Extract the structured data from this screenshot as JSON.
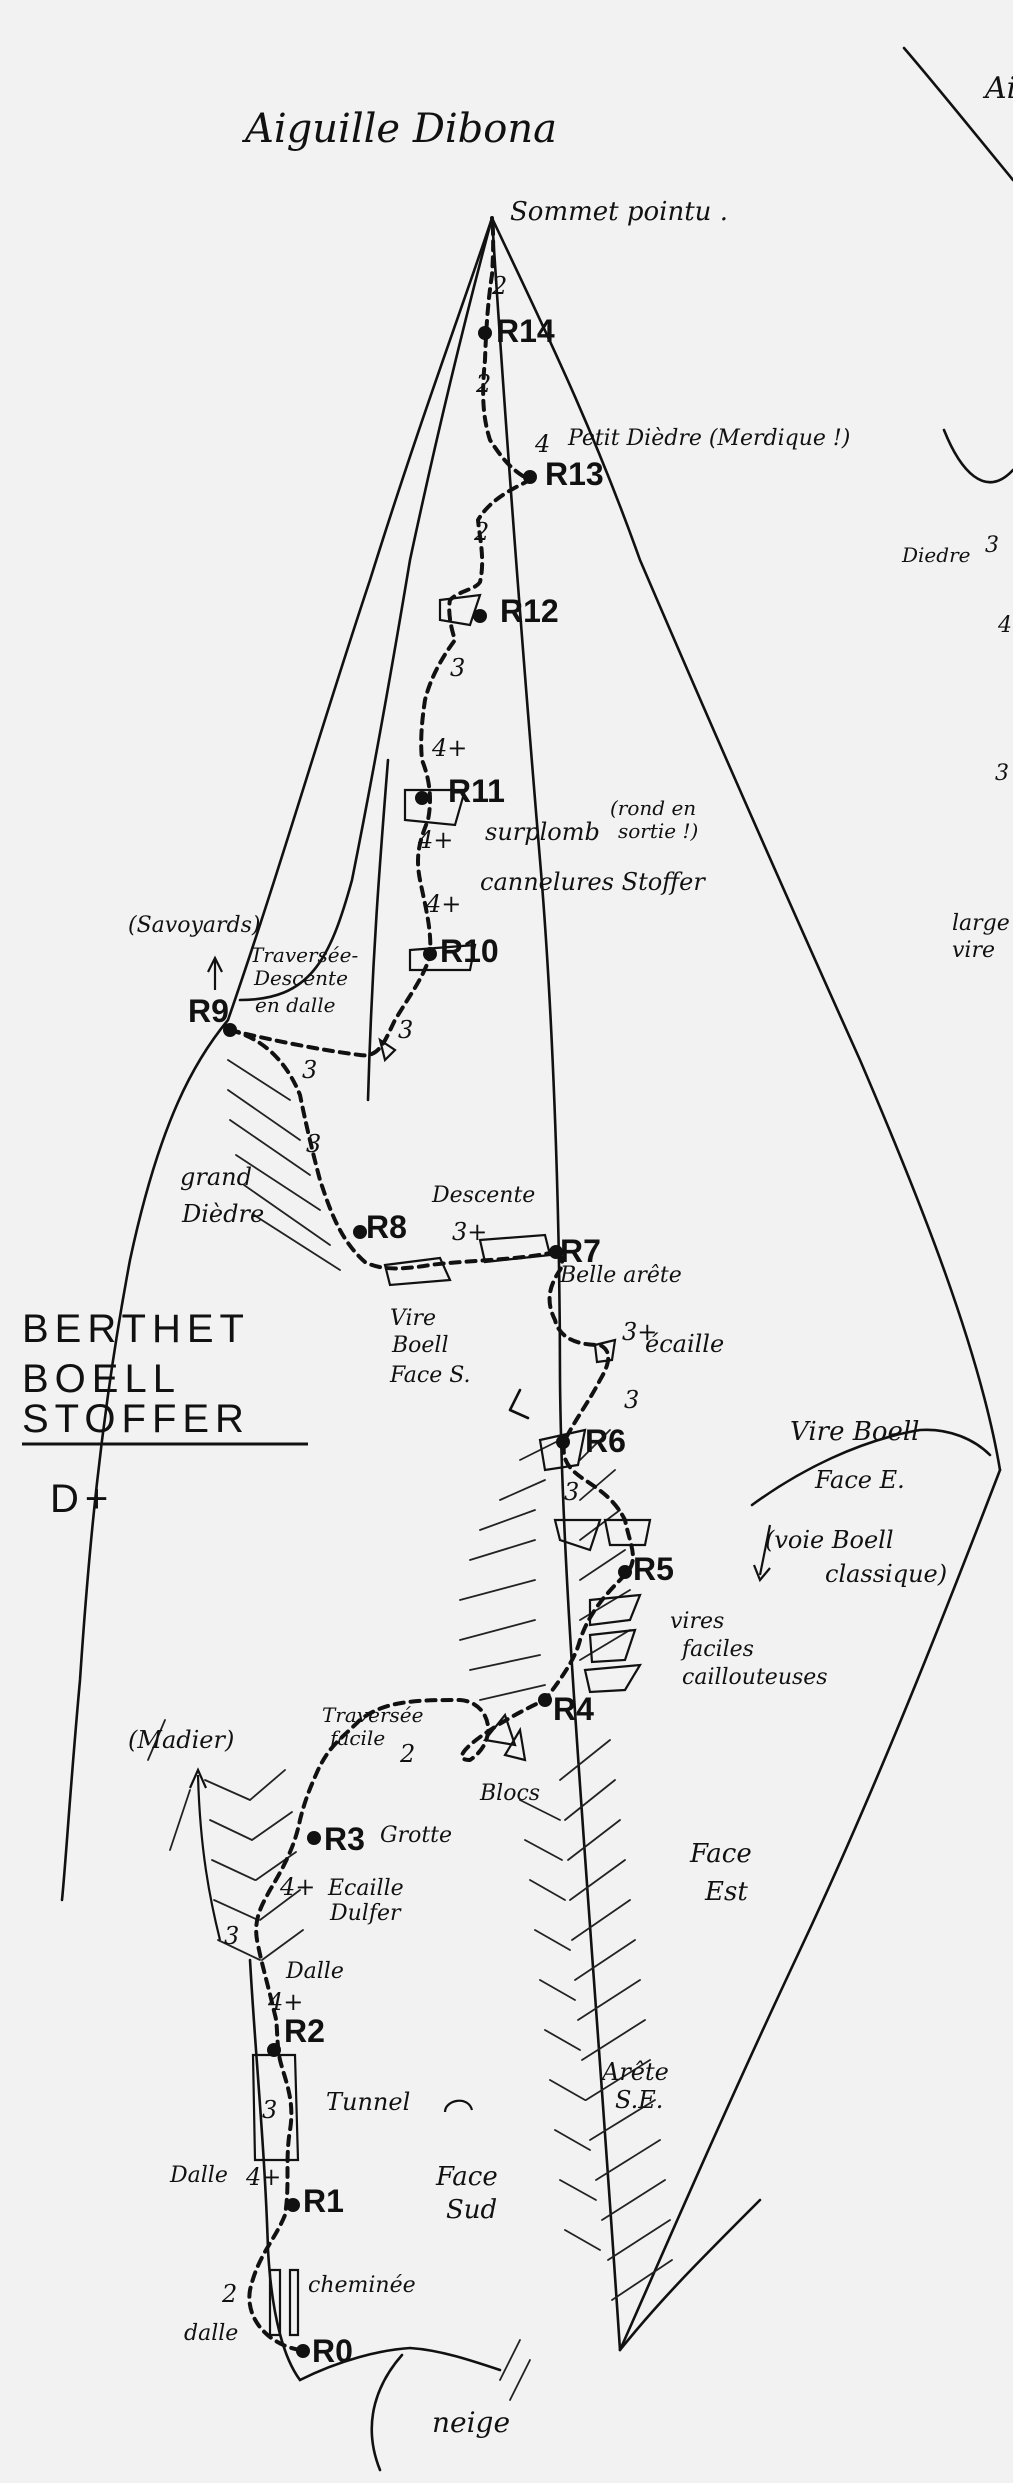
{
  "title": "Aiguille Dibona",
  "title_partial": "Ai",
  "summit_label": "Sommet pointu .",
  "authors": [
    "BERTHET",
    "BOELL",
    "STOFFER"
  ],
  "grade": "D+",
  "relays": [
    "R0",
    "R1",
    "R2",
    "R3",
    "R4",
    "R5",
    "R6",
    "R7",
    "R8",
    "R9",
    "R10",
    "R11",
    "R12",
    "R13",
    "R14"
  ],
  "pitch_grades": {
    "r13_above": "4",
    "r14_above": "2",
    "r14_below": "2",
    "r13_below": "2",
    "r12_below": "3",
    "r11_above": "4+",
    "r11_below": "4+",
    "r10_above": "4+",
    "r10_below": "3",
    "r9_a": "3",
    "r9_b": "3",
    "r7_left": "3+",
    "r7_below": "3+",
    "r6_above": "3",
    "r6_below": "3",
    "r3_r4": "2",
    "r3_below": "4+",
    "r2_left": "3",
    "r2_above": "4+",
    "tunnel": "3",
    "dalle_r1": "4+",
    "dalle_r0": "2"
  },
  "labels": {
    "petit_diedre": "Petit Dièdre (Merdique !)",
    "surplomb": "surplomb",
    "surplomb_note_1": "(rond en",
    "surplomb_note_2": "sortie !)",
    "cannelures": "cannelures Stoffer",
    "savoyards": "(Savoyards)",
    "traversee_1": "Traversée-",
    "traversee_2": "Descente",
    "traversee_3": "en dalle",
    "grand_diedre_1": "grand",
    "grand_diedre_2": "Dièdre",
    "descente": "Descente",
    "belle_arete": "Belle arête",
    "ecaille": "écaille",
    "vire_boell_s_1": "Vire",
    "vire_boell_s_2": "Boell",
    "vire_boell_s_3": "Face S.",
    "vire_boell_e": "Vire Boell",
    "face_e": "Face E.",
    "voie_boell_1": "(voie Boell",
    "voie_boell_2": "classique)",
    "vires_1": "vires",
    "vires_2": "faciles",
    "vires_3": "caillouteuses",
    "traversee_facile_1": "Traversée",
    "traversee_facile_2": "facile",
    "blocs": "Blocs",
    "madier": "(Madier)",
    "grotte": "Grotte",
    "ecaille_dulfer_1": "Ecaille",
    "ecaille_dulfer_2": "Dulfer",
    "dalle": "Dalle",
    "tunnel": "Tunnel",
    "dalle_r1": "Dalle",
    "cheminee": "cheminée",
    "dalle_r0": "dalle",
    "face_est_1": "Face",
    "face_est_2": "Est",
    "arete_se_1": "Arête",
    "arete_se_2": "S.E.",
    "face_sud_1": "Face",
    "face_sud_2": "Sud",
    "neige": "neige",
    "diedre_right": "Diedre",
    "diedre_right_grade": "3",
    "right_grade_4": "4",
    "right_grade_3": "3",
    "large_1": "large",
    "large_2": "vire"
  }
}
